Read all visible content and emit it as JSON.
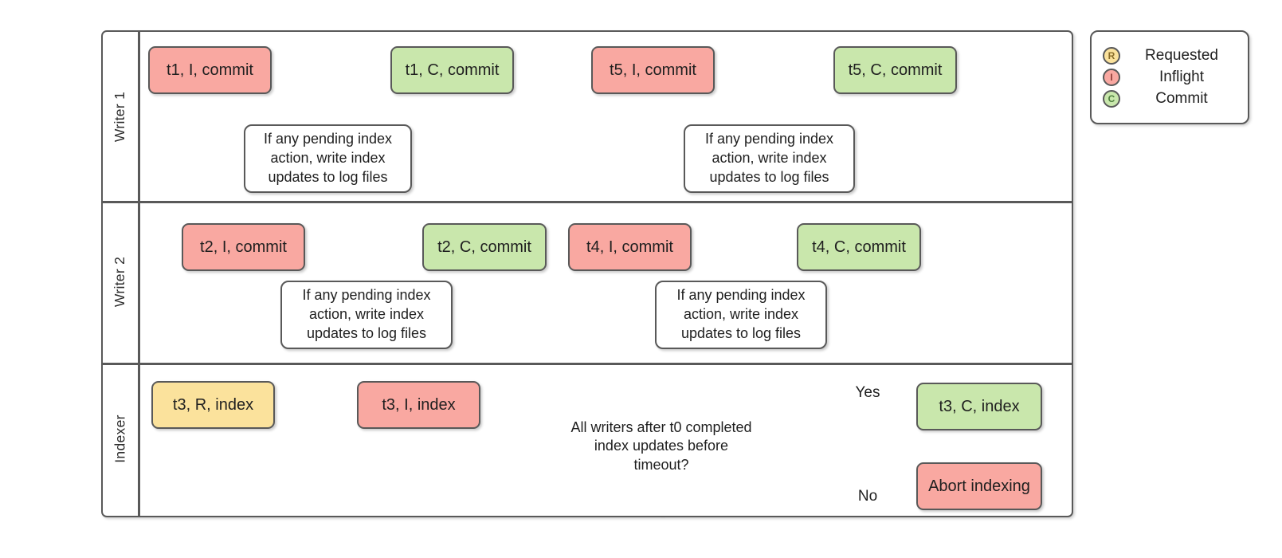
{
  "diagram": {
    "type": "swimlane-flowchart",
    "lanes": [
      {
        "label": "Writer 1"
      },
      {
        "label": "Writer 2"
      },
      {
        "label": "Indexer"
      }
    ],
    "process_note": "If any pending index action, write index updates to log files",
    "nodes": {
      "t1_inflight": "t1, I, commit",
      "t1_commit": "t1, C, commit",
      "t5_inflight": "t5, I, commit",
      "t5_commit": "t5, C, commit",
      "t2_inflight": "t2, I, commit",
      "t2_commit": "t2, C, commit",
      "t4_inflight": "t4, I, commit",
      "t4_commit": "t4, C, commit",
      "t3_requested": "t3, R, index",
      "t3_inflight": "t3, I, index",
      "t3_commit": "t3, C, index",
      "abort": "Abort indexing"
    },
    "decision": {
      "question": "All writers after t0 completed index updates before timeout?",
      "yes_label": "Yes",
      "no_label": "No"
    }
  },
  "legend": {
    "items": [
      {
        "letter": "R",
        "label": "Requested",
        "fill": "#FBE29C"
      },
      {
        "letter": "I",
        "label": "Inflight",
        "fill": "#F9A8A1"
      },
      {
        "letter": "C",
        "label": "Commit",
        "fill": "#C9E7AC"
      }
    ]
  },
  "colors": {
    "requested_fill": "#FBE29C",
    "inflight_fill": "#F9A8A1",
    "commit_fill": "#C9E7AC",
    "shape_border": "#595959",
    "connector": "#595959",
    "lock_icon": "#2D3795",
    "text": "#1F1F1F",
    "background": "#FFFFFF"
  }
}
